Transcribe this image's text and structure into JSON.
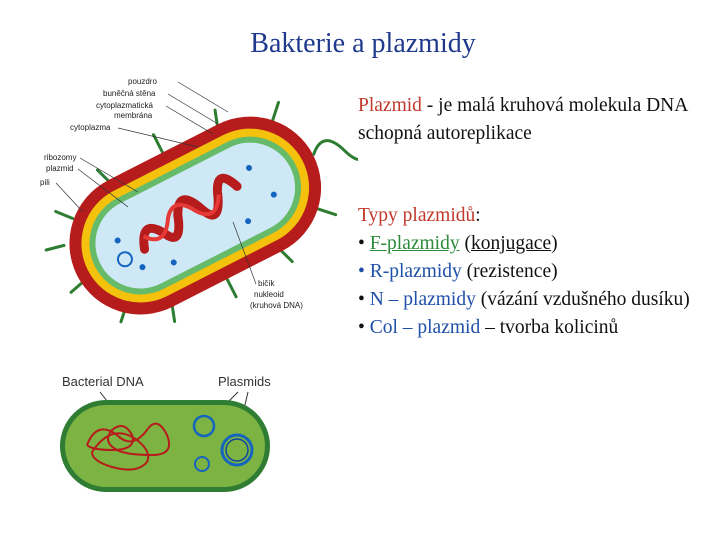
{
  "slide": {
    "title": "Bakterie a plazmidy"
  },
  "diagram_top": {
    "labels": [
      "pouzdro",
      "buněčná stěna",
      "cytoplazmatická",
      "membrána",
      "cytoplazma",
      "ribozomy",
      "plazmid",
      "pili",
      "bičík",
      "nukleoid",
      "(kruhová DNA)"
    ]
  },
  "diagram_bottom": {
    "label_dna": "Bacterial DNA",
    "label_plasmids": "Plasmids"
  },
  "body": {
    "def_term": "Plazmid",
    "def_rest": " - je malá kruhová molekula DNA schopná autoreplikace",
    "types_head": "Typy plazmidů",
    "types_colon": ":",
    "bullet": "• ",
    "f_name": "F-plazmidy",
    "f_open": " (",
    "f_note": "konjugace",
    "f_close": ")",
    "r_name": "R-plazmidy",
    "r_note": " (rezistence)",
    "n_name": "N – plazmidy",
    "n_note": " (vázání vzdušného dusíku)",
    "col_name": "Col – plazmid",
    "col_note": " – tvorba kolicinů"
  }
}
